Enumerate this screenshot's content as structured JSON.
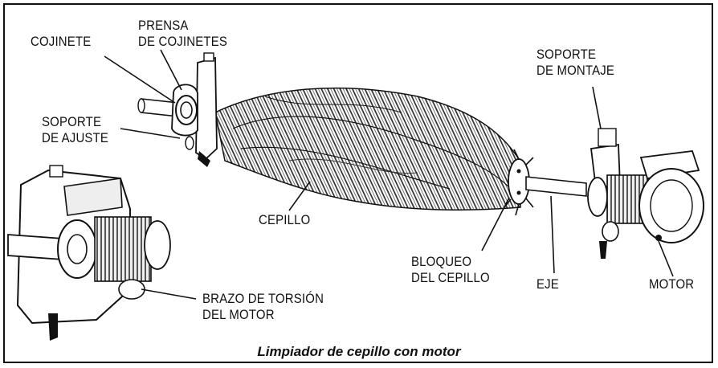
{
  "labels": {
    "cojinete": "COJINETE",
    "prensa_line1": "PRENSA",
    "prensa_line2": "DE COJINETES",
    "soporte_ajuste_line1": "SOPORTE",
    "soporte_ajuste_line2": "DE AJUSTE",
    "cepillo": "CEPILLO",
    "bloqueo_line1": "BLOQUEO",
    "bloqueo_line2": "DEL CEPILLO",
    "eje": "EJE",
    "soporte_montaje_line1": "SOPORTE",
    "soporte_montaje_line2": "DE MONTAJE",
    "motor": "MOTOR",
    "brazo_line1": "BRAZO DE TORSIÓN",
    "brazo_line2": "DEL MOTOR"
  },
  "caption": "Limpiador de cepillo con motor"
}
